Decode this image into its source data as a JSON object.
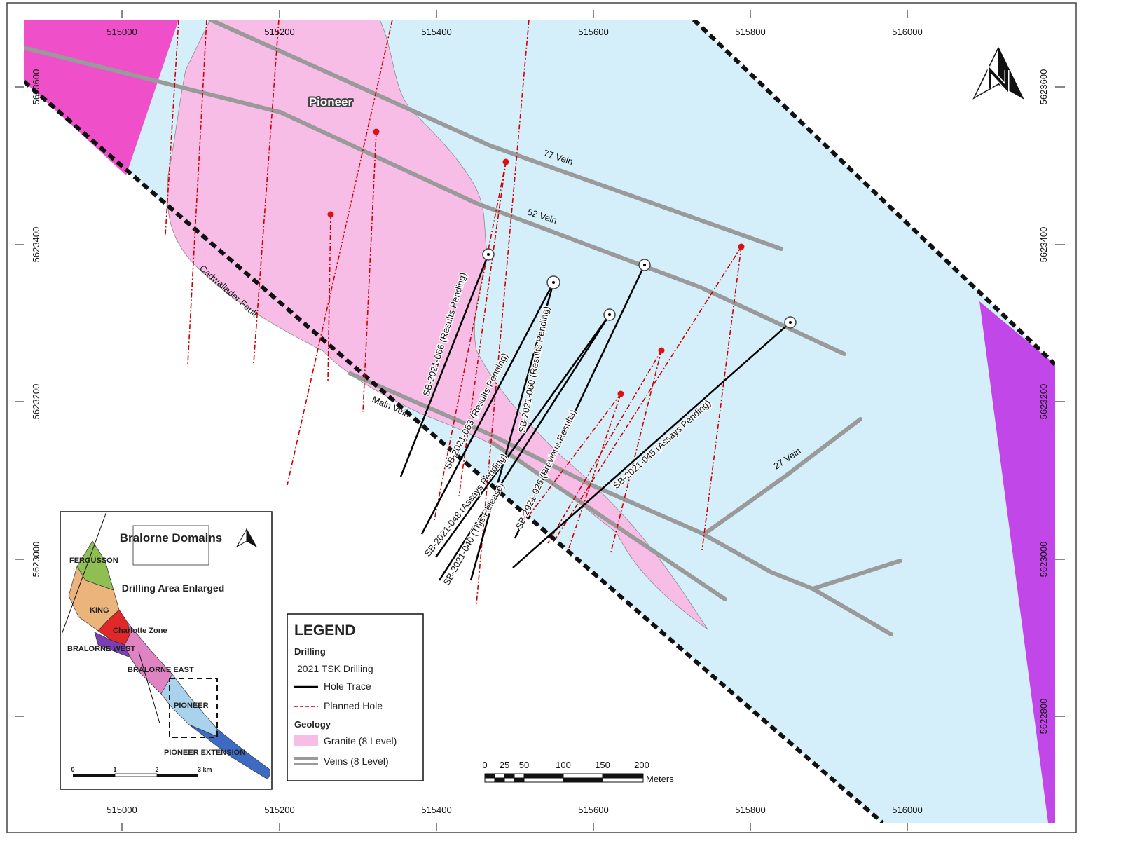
{
  "map": {
    "x_ticks": [
      "515000",
      "515200",
      "515400",
      "515600",
      "515800",
      "516000"
    ],
    "y_ticks": [
      "5623600",
      "5623400",
      "5623200",
      "5623000",
      "5622800"
    ],
    "area_label": "Pioneer",
    "fault_label": "Cadwallader Fault",
    "veins": [
      "77 Vein",
      "52 Vein",
      "Main Vein",
      "27 Vein"
    ],
    "holes": [
      "SB-2021-066 (Results Pending)",
      "SB-2021-063 (Results Pending)",
      "SB-2021-060 (Results Pending)",
      "SB-2021-048 (Assays Pending)",
      "SB-2021-040 (This Release)",
      "SB-2021-026 (Previous Results)",
      "SB-2021-045 (Assays Pending)"
    ],
    "colors": {
      "granite": "#f8bde6",
      "background_domain": "#d4effa",
      "west_domain": "#ef4fc8",
      "east_domain": "#c147e8",
      "vein": "#9a9a9a",
      "hole_trace": "#000000",
      "planned_hole": "#cc0000"
    }
  },
  "inset": {
    "title": "Bralorne Domains",
    "subtitle": "Drilling Area Enlarged",
    "domains": [
      "FERGUSSON",
      "KING",
      "Charlotte Zone",
      "BRALORNE WEST",
      "BRALORNE EAST",
      "PIONEER",
      "PIONEER EXTENSION"
    ],
    "scale_labels": [
      "0",
      "1",
      "2",
      "3 km"
    ]
  },
  "legend": {
    "title": "LEGEND",
    "drilling_header": "Drilling",
    "program": "2021 TSK Drilling",
    "hole_trace": "Hole Trace",
    "planned_hole": "Planned Hole",
    "geology_header": "Geology",
    "granite": "Granite (8 Level)",
    "veins": "Veins (8 Level)"
  },
  "scale_bar": {
    "labels": [
      "0",
      "25",
      "50",
      "100",
      "150",
      "200"
    ],
    "unit": "Meters"
  }
}
